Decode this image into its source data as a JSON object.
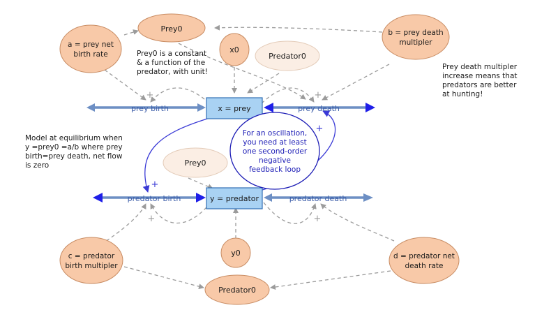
{
  "colors": {
    "stock_fill": "#a9d2f3",
    "stock_stroke": "#2f6fb5",
    "aux_fill": "#f8c9a8",
    "aux_stroke": "#c88c63",
    "aux_light_fill": "#fbeee4",
    "flow_pipe": "#6d8fc4",
    "flow_arrow": "#1f1fe8",
    "link": "#9b9b9b",
    "feedback": "#3a3ad6",
    "text_flow": "#3b5ca8",
    "text_dark": "#1a1a1a",
    "note_blue": "#1b1bb5"
  },
  "stocks": {
    "prey": "x = prey",
    "predator": "y = predator"
  },
  "flows": {
    "prey_birth": "prey birth",
    "prey_death": "prey death",
    "predator_birth": "predator birth",
    "predator_death": "predator death"
  },
  "auxiliaries": {
    "a": [
      "a = prey net",
      "birth rate"
    ],
    "b": [
      "b = prey death",
      "multipler"
    ],
    "c": [
      "c = predator",
      "birth multipler"
    ],
    "d": [
      "d = predator net",
      "death rate"
    ],
    "prey0_top": "Prey0",
    "x0": "x0",
    "predator0_top": "Predator0",
    "prey0_mid": "Prey0",
    "y0": "y0",
    "predator0_bottom": "Predator0"
  },
  "polarities": {
    "plus": "+"
  },
  "notes": {
    "prey0_note": [
      "Prey0 is a constant",
      "& a function of the",
      "predator, with unit!"
    ],
    "prey_death_note": [
      "Prey death multipler",
      "increase means that",
      "predators are better",
      "at hunting!"
    ],
    "equilibrium_note": [
      "Model at equilibrium when",
      "y =prey0 =a/b where prey",
      "birth=prey death, net flow",
      "is zero"
    ],
    "oscillation_note": [
      "For an oscillation,",
      "you need at least",
      "one second-order",
      "negative",
      "feedback loop"
    ]
  }
}
